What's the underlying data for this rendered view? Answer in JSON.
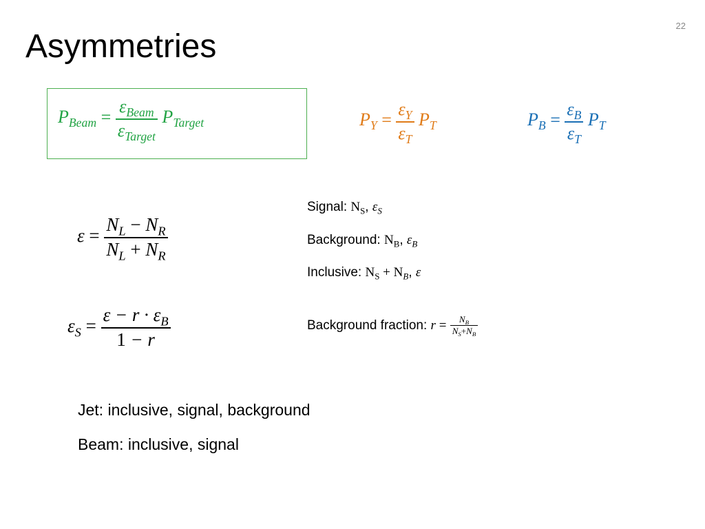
{
  "slide": {
    "title": "Asymmetries",
    "number": "22"
  },
  "colors": {
    "box_border": "#4caf50",
    "green": "#22a344",
    "orange": "#e07b18",
    "blue": "#1a6fb5"
  },
  "formulas": {
    "beam": {
      "lhs_base": "P",
      "lhs_sub": "Beam",
      "eq": "=",
      "num_base": "ε",
      "num_sub": "Beam",
      "den_base": "ε",
      "den_sub": "Target",
      "rhs_base": "P",
      "rhs_sub": "Target"
    },
    "py": {
      "lhs_base": "P",
      "lhs_sub": "Y",
      "eq": "=",
      "num_base": "ε",
      "num_sub": "Y",
      "den_base": "ε",
      "den_sub": "T",
      "rhs_base": "P",
      "rhs_sub": "T"
    },
    "pb": {
      "lhs_base": "P",
      "lhs_sub": "B",
      "eq": "=",
      "num_base": "ε",
      "num_sub": "B",
      "den_base": "ε",
      "den_sub": "T",
      "rhs_base": "P",
      "rhs_sub": "T"
    },
    "eps": {
      "lhs": "ε",
      "eq": "=",
      "num_a": "N",
      "num_a_sub": "L",
      "num_op": " − ",
      "num_b": "N",
      "num_b_sub": "R",
      "den_a": "N",
      "den_a_sub": "L",
      "den_op": " + ",
      "den_b": "N",
      "den_b_sub": "R"
    },
    "eps_s": {
      "lhs_base": "ε",
      "lhs_sub": "S",
      "eq": "=",
      "num_a": "ε − r · ε",
      "num_sub": "B",
      "den_one": "1",
      "den_rest": " − r"
    }
  },
  "definitions": {
    "signal": {
      "label": "Signal: ",
      "n": "N",
      "n_sub": "S",
      "sep": ", ",
      "e": "ε",
      "e_sub": "S"
    },
    "background": {
      "label": "Background: ",
      "n": "N",
      "n_sub": "B",
      "sep": ", ",
      "e": "ε",
      "e_sub": "B"
    },
    "inclusive": {
      "label": "Inclusive: ",
      "n1": "N",
      "n1_sub": "S",
      "op": " + ",
      "n2": "N",
      "n2_sub": "B",
      "sep": ", ",
      "e": "ε"
    },
    "fraction": {
      "label": "Background fraction: ",
      "r": "r",
      "eq": " =",
      "num": "N",
      "num_sub": "B",
      "den_a": "N",
      "den_a_sub": "S",
      "den_op": "+",
      "den_b": "N",
      "den_b_sub": "B"
    }
  },
  "notes": {
    "jet": "Jet: inclusive, signal, background",
    "beam": "Beam: inclusive, signal"
  }
}
